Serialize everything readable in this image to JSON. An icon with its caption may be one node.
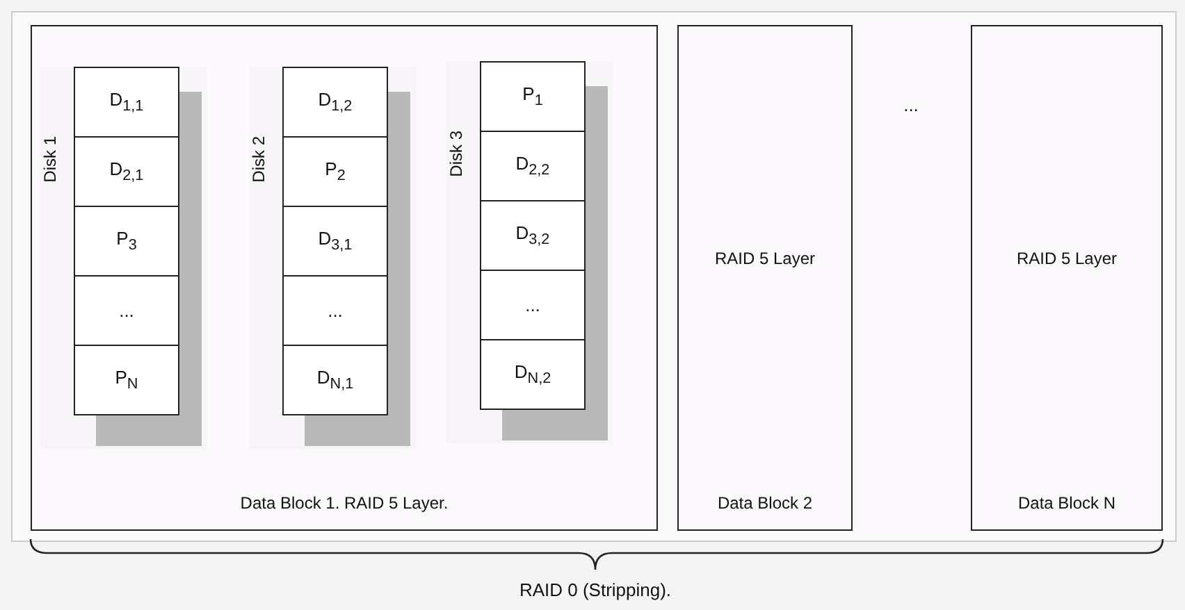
{
  "diagram": {
    "nodes": [
      {
        "text": [
          "Data Block 1. RAID 5 Layer."
        ]
      },
      {
        "text": [
          "Disk 1"
        ],
        "in": 0
      },
      {
        "text": [
          "D$_{1,1}$"
        ],
        "in": 1
      },
      {
        "text": [
          "D$_{2,1}$"
        ],
        "in": 1
      },
      {
        "text": [
          "P$_{3}$"
        ],
        "in": 1
      },
      {
        "text": [
          "..."
        ],
        "in": 1
      },
      {
        "text": [
          "P$_{N}$"
        ],
        "in": 1
      },
      {
        "text": [
          "Disk 2"
        ],
        "in": 0
      },
      {
        "text": [
          "D$_{1,2}$"
        ],
        "in": 7
      },
      {
        "text": [
          "P$_{2}$"
        ],
        "in": 7
      },
      {
        "text": [
          "D$_{3,1}$"
        ],
        "in": 7
      },
      {
        "text": [
          "..."
        ],
        "in": 7
      },
      {
        "text": [
          "D$_{N,1}$"
        ],
        "in": 7
      },
      {
        "text": [
          "Disk 3"
        ],
        "in": 0
      },
      {
        "text": [
          "P$_{1}$"
        ],
        "in": 13
      },
      {
        "text": [
          "D$_{2,2}$"
        ],
        "in": 13
      },
      {
        "text": [
          "D$_{3,2}$"
        ],
        "in": 13
      },
      {
        "text": [
          "..."
        ],
        "in": 13
      },
      {
        "text": [
          "D$_{N,2}$"
        ],
        "in": 13
      },
      {
        "text": [
          "RAID 5 Layer",
          "Data Block 2"
        ]
      },
      {
        "text": [
          "RAID 5 Layer",
          "Data Block N"
        ]
      }
    ],
    "labels": [
      "...",
      "RAID 0 (Stripping)."
    ]
  }
}
